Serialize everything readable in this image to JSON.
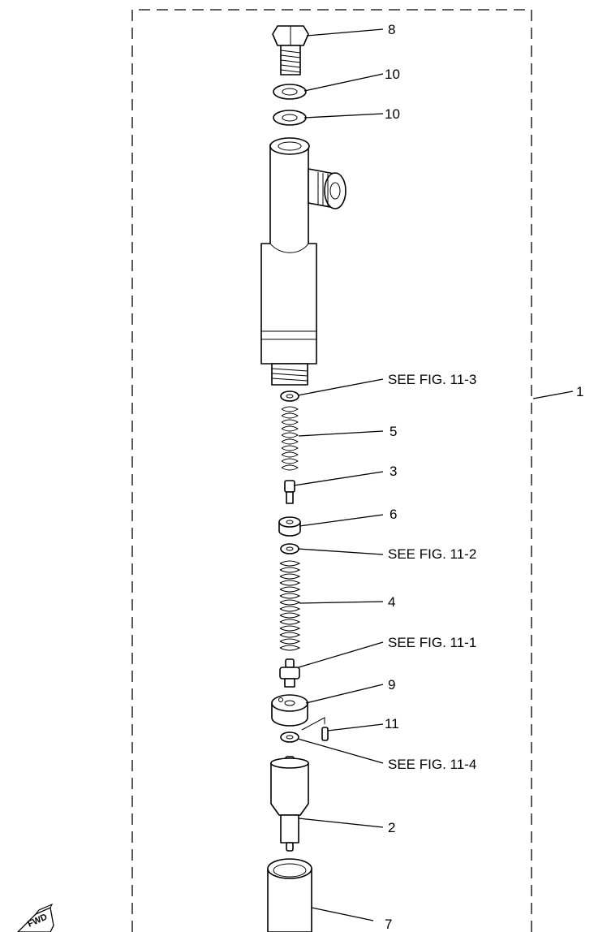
{
  "callouts": {
    "c8": "8",
    "c10a": "10",
    "c10b": "10",
    "see_fig_11_3": "SEE FIG. 11-3",
    "c1": "1",
    "c5": "5",
    "c3": "3",
    "c6": "6",
    "see_fig_11_2": "SEE FIG. 11-2",
    "c4": "4",
    "see_fig_11_1": "SEE FIG. 11-1",
    "c9": "9",
    "c11": "11",
    "see_fig_11_4": "SEE FIG. 11-4",
    "c2": "2",
    "c7": "7"
  },
  "fwd_mark": "FWD"
}
